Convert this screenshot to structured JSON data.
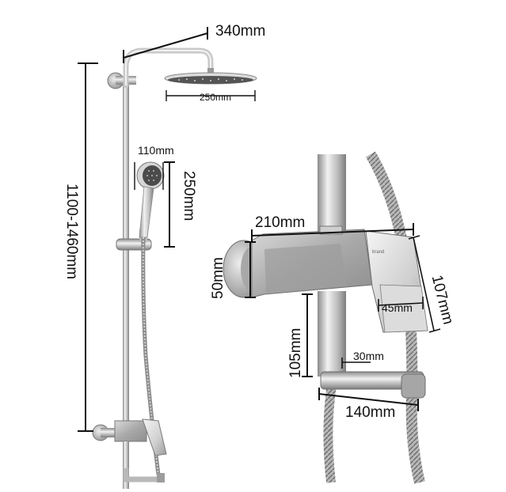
{
  "dimensions": {
    "arm_width": "340mm",
    "head_diameter": "250mm",
    "hand_width": "110mm",
    "hand_length": "250mm",
    "total_height": "1100-1460mm",
    "mixer_width": "210mm",
    "mixer_height": "50mm",
    "lever_length": "107mm",
    "lever_width": "45mm",
    "spout_drop": "105mm",
    "spout_diameter": "30mm",
    "spout_reach": "140mm"
  },
  "brand_mark": "brand-mark",
  "colors": {
    "steel_light": "#e6e6e6",
    "steel_mid": "#b5b5b5",
    "steel_dark": "#7a7a7a",
    "line": "#111111"
  }
}
